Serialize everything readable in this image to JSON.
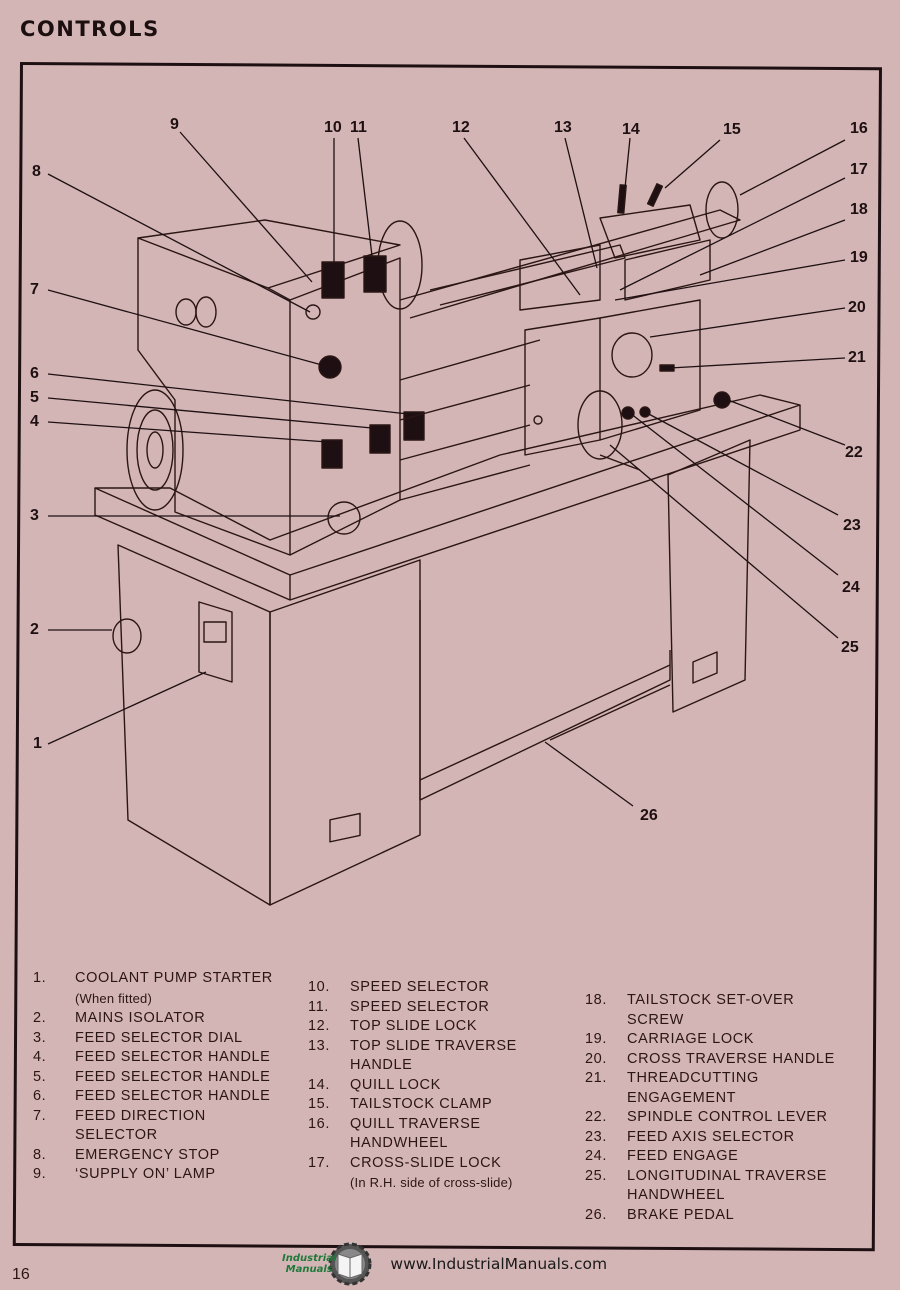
{
  "page": {
    "title": "CONTROLS",
    "page_number": "16"
  },
  "callouts": [
    "1",
    "2",
    "3",
    "4",
    "5",
    "6",
    "7",
    "8",
    "9",
    "10",
    "11",
    "12",
    "13",
    "14",
    "15",
    "16",
    "17",
    "18",
    "19",
    "20",
    "21",
    "22",
    "23",
    "24",
    "25",
    "26"
  ],
  "legend": {
    "columns": [
      [
        {
          "num": "1.",
          "text": "COOLANT PUMP STARTER",
          "sub": "(When fitted)"
        },
        {
          "num": "2.",
          "text": "MAINS ISOLATOR"
        },
        {
          "num": "3.",
          "text": "FEED SELECTOR DIAL"
        },
        {
          "num": "4.",
          "text": "FEED SELECTOR HANDLE"
        },
        {
          "num": "5.",
          "text": "FEED SELECTOR HANDLE"
        },
        {
          "num": "6.",
          "text": "FEED SELECTOR HANDLE"
        },
        {
          "num": "7.",
          "text": "FEED DIRECTION\nSELECTOR"
        },
        {
          "num": "8.",
          "text": "EMERGENCY STOP"
        },
        {
          "num": "9.",
          "text": "‘SUPPLY ON’ LAMP"
        }
      ],
      [
        {
          "num": "10.",
          "text": "SPEED SELECTOR"
        },
        {
          "num": "11.",
          "text": "SPEED SELECTOR"
        },
        {
          "num": "12.",
          "text": "TOP SLIDE LOCK"
        },
        {
          "num": "13.",
          "text": "TOP SLIDE TRAVERSE\nHANDLE"
        },
        {
          "num": "14.",
          "text": "QUILL LOCK"
        },
        {
          "num": "15.",
          "text": "TAILSTOCK CLAMP"
        },
        {
          "num": "16.",
          "text": "QUILL TRAVERSE\nHANDWHEEL"
        },
        {
          "num": "17.",
          "text": "CROSS-SLIDE LOCK",
          "sub": "(In R.H. side of cross-slide)"
        }
      ],
      [
        {
          "num": "18.",
          "text": "TAILSTOCK SET-OVER\nSCREW"
        },
        {
          "num": "19.",
          "text": "CARRIAGE LOCK"
        },
        {
          "num": "20.",
          "text": "CROSS TRAVERSE HANDLE"
        },
        {
          "num": "21.",
          "text": "THREADCUTTING\nENGAGEMENT"
        },
        {
          "num": "22.",
          "text": "SPINDLE CONTROL LEVER"
        },
        {
          "num": "23.",
          "text": "FEED AXIS SELECTOR"
        },
        {
          "num": "24.",
          "text": "FEED ENGAGE"
        },
        {
          "num": "25.",
          "text": "LONGITUDINAL TRAVERSE\nHANDWHEEL"
        },
        {
          "num": "26.",
          "text": "BRAKE PEDAL"
        }
      ]
    ]
  },
  "footer": {
    "brand_line1": "Industrial",
    "brand_line2": "Manuals",
    "url": "www.IndustrialManuals.com",
    "logo_icon": "gear-book-icon"
  },
  "colors": {
    "paper": "#d4b5b5",
    "ink": "#1e1012",
    "brand_green": "#1e7a3a"
  }
}
